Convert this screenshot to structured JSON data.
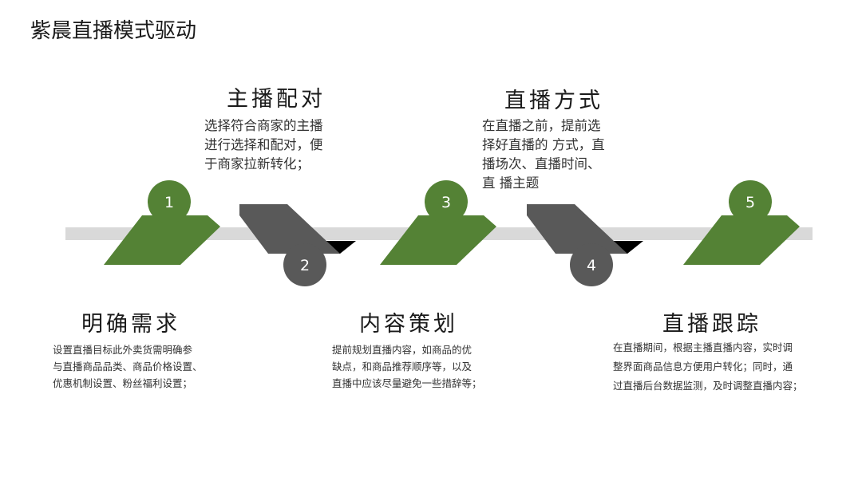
{
  "title": "紫晨直播模式驱动",
  "colors": {
    "green": "#548235",
    "dark": "#595959",
    "bar": "#d9d9d9"
  },
  "steps": [
    {
      "number": "1",
      "heading": "明确需求",
      "text": "设置直播目标此外卖货需明确参\n与直播商品品类、商品价格设置、\n优惠机制设置、粉丝福利设置；"
    },
    {
      "number": "2",
      "heading": "主播配对",
      "text": "选择符合商家的主播\n进行选择和配对，便\n于商家拉新转化；"
    },
    {
      "number": "3",
      "heading": "内容策划",
      "text": "提前规划直播内容，如商品的优\n缺点，和商品推荐顺序等，以及\n直播中应该尽量避免一些措辞等；"
    },
    {
      "number": "4",
      "heading": "直播方式",
      "text": "在直播之前，提前选\n择好直播的 方式，直\n播场次、直播时间、\n直 播主题"
    },
    {
      "number": "5",
      "heading": "直播跟踪",
      "text": "在直播期间，根据主播直播内容，实时调\n整界面商品信息方便用户转化；同时，通\n过直播后台数据监测，及时调整直播内容；"
    }
  ]
}
